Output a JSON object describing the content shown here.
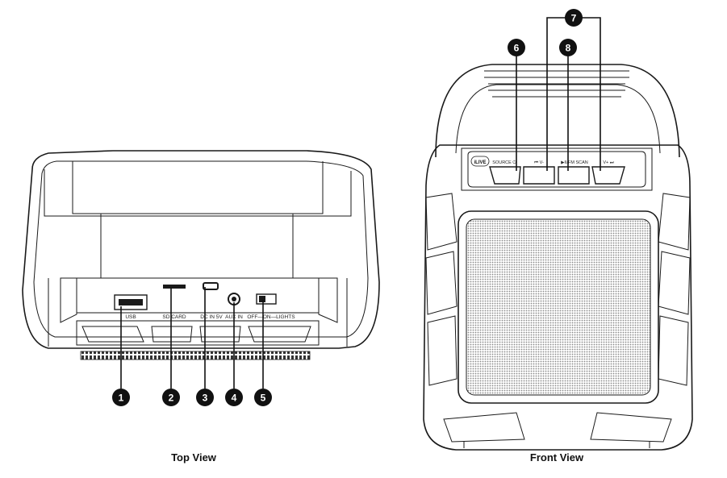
{
  "captions": {
    "top_view": "Top View",
    "front_view": "Front View"
  },
  "top_view": {
    "port_labels": {
      "usb": "USB",
      "sd_card": "SD CARD",
      "dc_in": "DC IN 5V",
      "aux_in": "AUX IN",
      "switch": "OFF—ON—LIGHTS"
    },
    "callouts": [
      "1",
      "2",
      "3",
      "4",
      "5"
    ]
  },
  "front_view": {
    "logo": "iLIVE",
    "button_labels": {
      "source": "SOURCE ⏻",
      "prev": "⏮ V-",
      "play": "▶II/FM SCAN",
      "next": "V+ ⏭"
    },
    "callouts": {
      "six": "6",
      "seven": "7",
      "eight": "8"
    }
  },
  "colors": {
    "outline": "#1a1a1a",
    "callout_fill": "#111111",
    "grille": "#7a7a7a"
  }
}
